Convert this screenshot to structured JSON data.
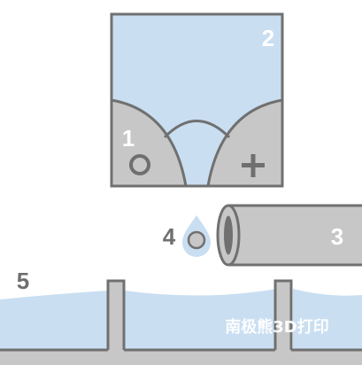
{
  "colors": {
    "background": "#ffffff",
    "water": "#c9def1",
    "gray_fill": "#c7c7c7",
    "outline": "#707070",
    "label_white": "#ffffff",
    "label_dark": "#6f6f6f"
  },
  "labels": {
    "box": "2",
    "left_electrode": "1",
    "nozzle": "3",
    "droplet": "4",
    "bath": "5"
  },
  "symbols": {
    "minus": "○",
    "plus": "+"
  },
  "watermark": "南极熊3D打印"
}
